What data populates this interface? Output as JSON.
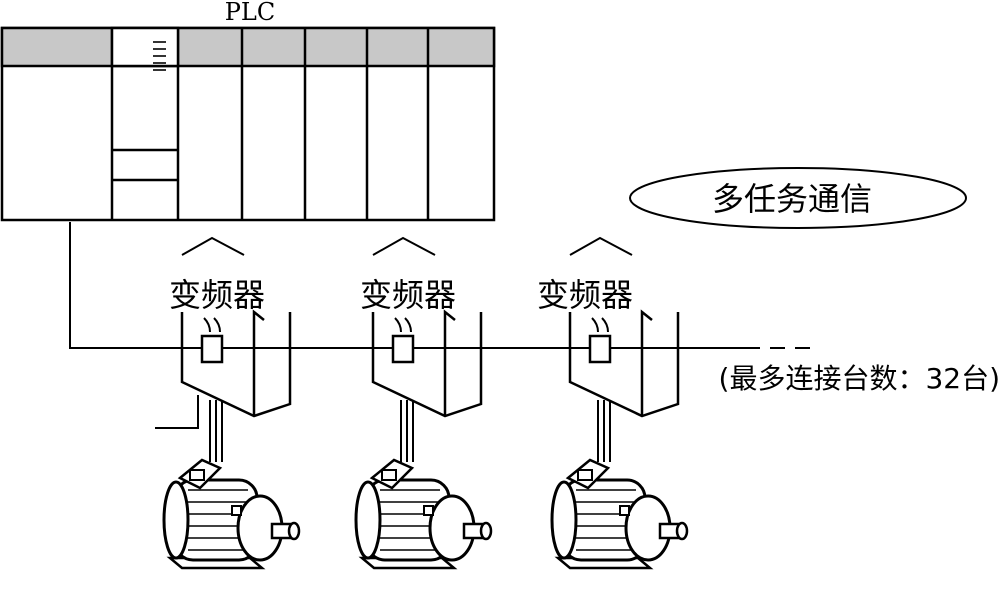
{
  "plc": {
    "label": "PLC"
  },
  "bubble": {
    "label": "多任务通信"
  },
  "inverters": [
    {
      "label": "变频器"
    },
    {
      "label": "变频器"
    },
    {
      "label": "变频器"
    }
  ],
  "note": {
    "label": "(最多连接台数：32台)"
  }
}
